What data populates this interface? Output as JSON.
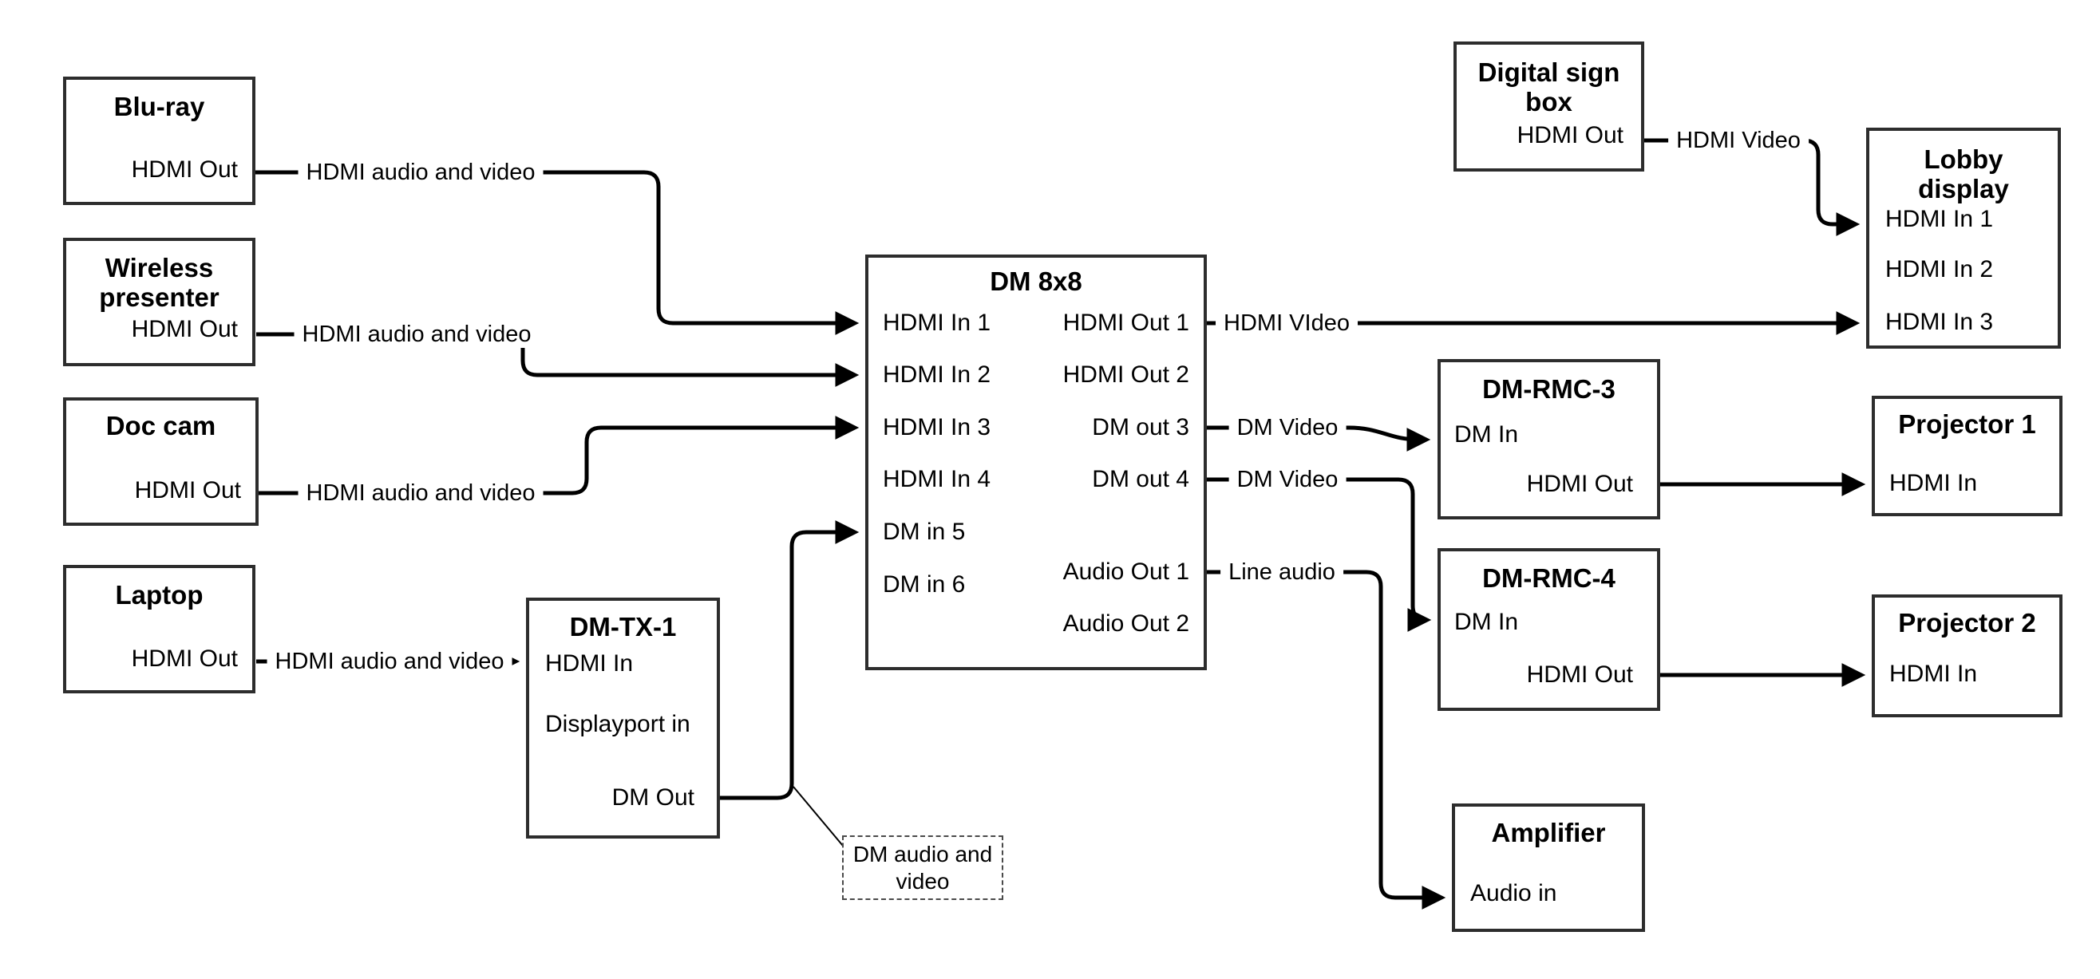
{
  "colors": {
    "connector": "#000000",
    "box_border": "#2d2d2d",
    "text": "#000000",
    "background": "#ffffff"
  },
  "nodes": {
    "bluray": {
      "title_lines": [
        "Blu-ray"
      ],
      "ports": {
        "hdmi_out": "HDMI Out"
      }
    },
    "wireless": {
      "title_lines": [
        "Wireless",
        "presenter"
      ],
      "ports": {
        "hdmi_out": "HDMI Out"
      }
    },
    "doccam": {
      "title_lines": [
        "Doc cam"
      ],
      "ports": {
        "hdmi_out": "HDMI Out"
      }
    },
    "laptop": {
      "title_lines": [
        "Laptop"
      ],
      "ports": {
        "hdmi_out": "HDMI Out"
      }
    },
    "dmtx1": {
      "title_lines": [
        "DM-TX-1"
      ],
      "ports": {
        "hdmi_in": "HDMI In",
        "dp_in": "Displayport in",
        "dm_out": "DM Out"
      }
    },
    "dm8x8": {
      "title_lines": [
        "DM 8x8"
      ],
      "ports": {
        "in1": "HDMI In 1",
        "in2": "HDMI In 2",
        "in3": "HDMI In 3",
        "in4": "HDMI In 4",
        "in5": "DM in 5",
        "in6": "DM in 6",
        "out1": "HDMI Out 1",
        "out2": "HDMI Out 2",
        "out3": "DM out 3",
        "out4": "DM out 4",
        "aout1": "Audio Out 1",
        "aout2": "Audio Out 2"
      }
    },
    "digitalsign": {
      "title_lines": [
        "Digital sign",
        "box"
      ],
      "ports": {
        "hdmi_out": "HDMI Out"
      }
    },
    "lobby": {
      "title_lines": [
        "Lobby",
        "display"
      ],
      "ports": {
        "in1": "HDMI In 1",
        "in2": "HDMI In 2",
        "in3": "HDMI In 3"
      }
    },
    "dmrmc3": {
      "title_lines": [
        "DM-RMC-3"
      ],
      "ports": {
        "dm_in": "DM In",
        "hdmi_out": "HDMI Out"
      }
    },
    "proj1": {
      "title_lines": [
        "Projector 1"
      ],
      "ports": {
        "hdmi_in": "HDMI In"
      }
    },
    "dmrmc4": {
      "title_lines": [
        "DM-RMC-4"
      ],
      "ports": {
        "dm_in": "DM In",
        "hdmi_out": "HDMI Out"
      }
    },
    "proj2": {
      "title_lines": [
        "Projector 2"
      ],
      "ports": {
        "hdmi_in": "HDMI In"
      }
    },
    "amplifier": {
      "title_lines": [
        "Amplifier"
      ],
      "ports": {
        "audio_in": "Audio in"
      }
    }
  },
  "edge_labels": {
    "bluray_dm8x8": "HDMI audio and video",
    "wireless_dm8x8": "HDMI audio and video",
    "doccam_dm8x8": "HDMI audio and video",
    "laptop_dmtx1": "HDMI audio and video",
    "dm8x8_lobby": "HDMI VIdeo",
    "dm8x8_dmrmc3": "DM Video",
    "dm8x8_dmrmc4": "DM Video",
    "dm8x8_amplifier": "Line audio",
    "digitalsign_lobby": "HDMI Video"
  },
  "note": {
    "line1": "DM audio and",
    "line2": "video"
  }
}
